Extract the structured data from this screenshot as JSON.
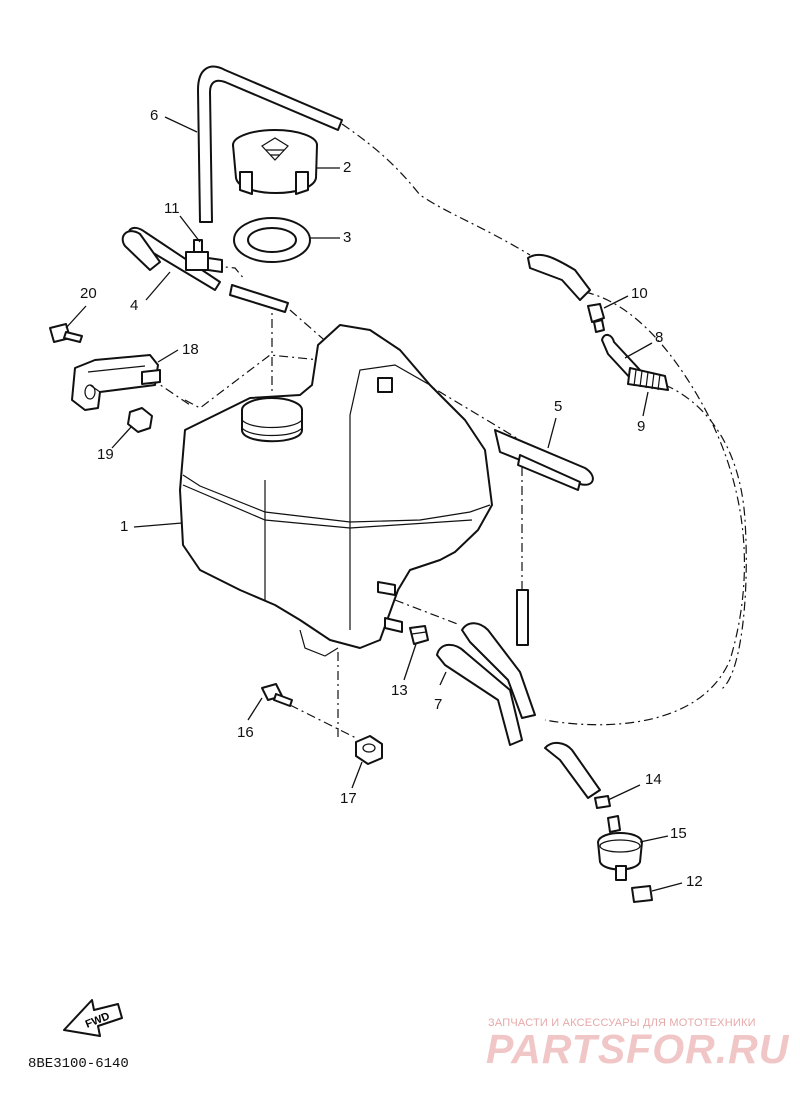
{
  "diagram": {
    "code": "8BE3100-6140",
    "fwd_label": "FWD",
    "callouts": [
      "1",
      "2",
      "3",
      "4",
      "5",
      "6",
      "7",
      "8",
      "9",
      "10",
      "11",
      "12",
      "13",
      "14",
      "15",
      "16",
      "17",
      "18",
      "19",
      "20"
    ]
  },
  "watermark": {
    "tagline": "ЗАПЧАСТИ И АКСЕССУАРЫ ДЛЯ МОТОТЕХНИКИ",
    "brand": "PARTSFOR.RU",
    "color": "#e8a3a3"
  }
}
